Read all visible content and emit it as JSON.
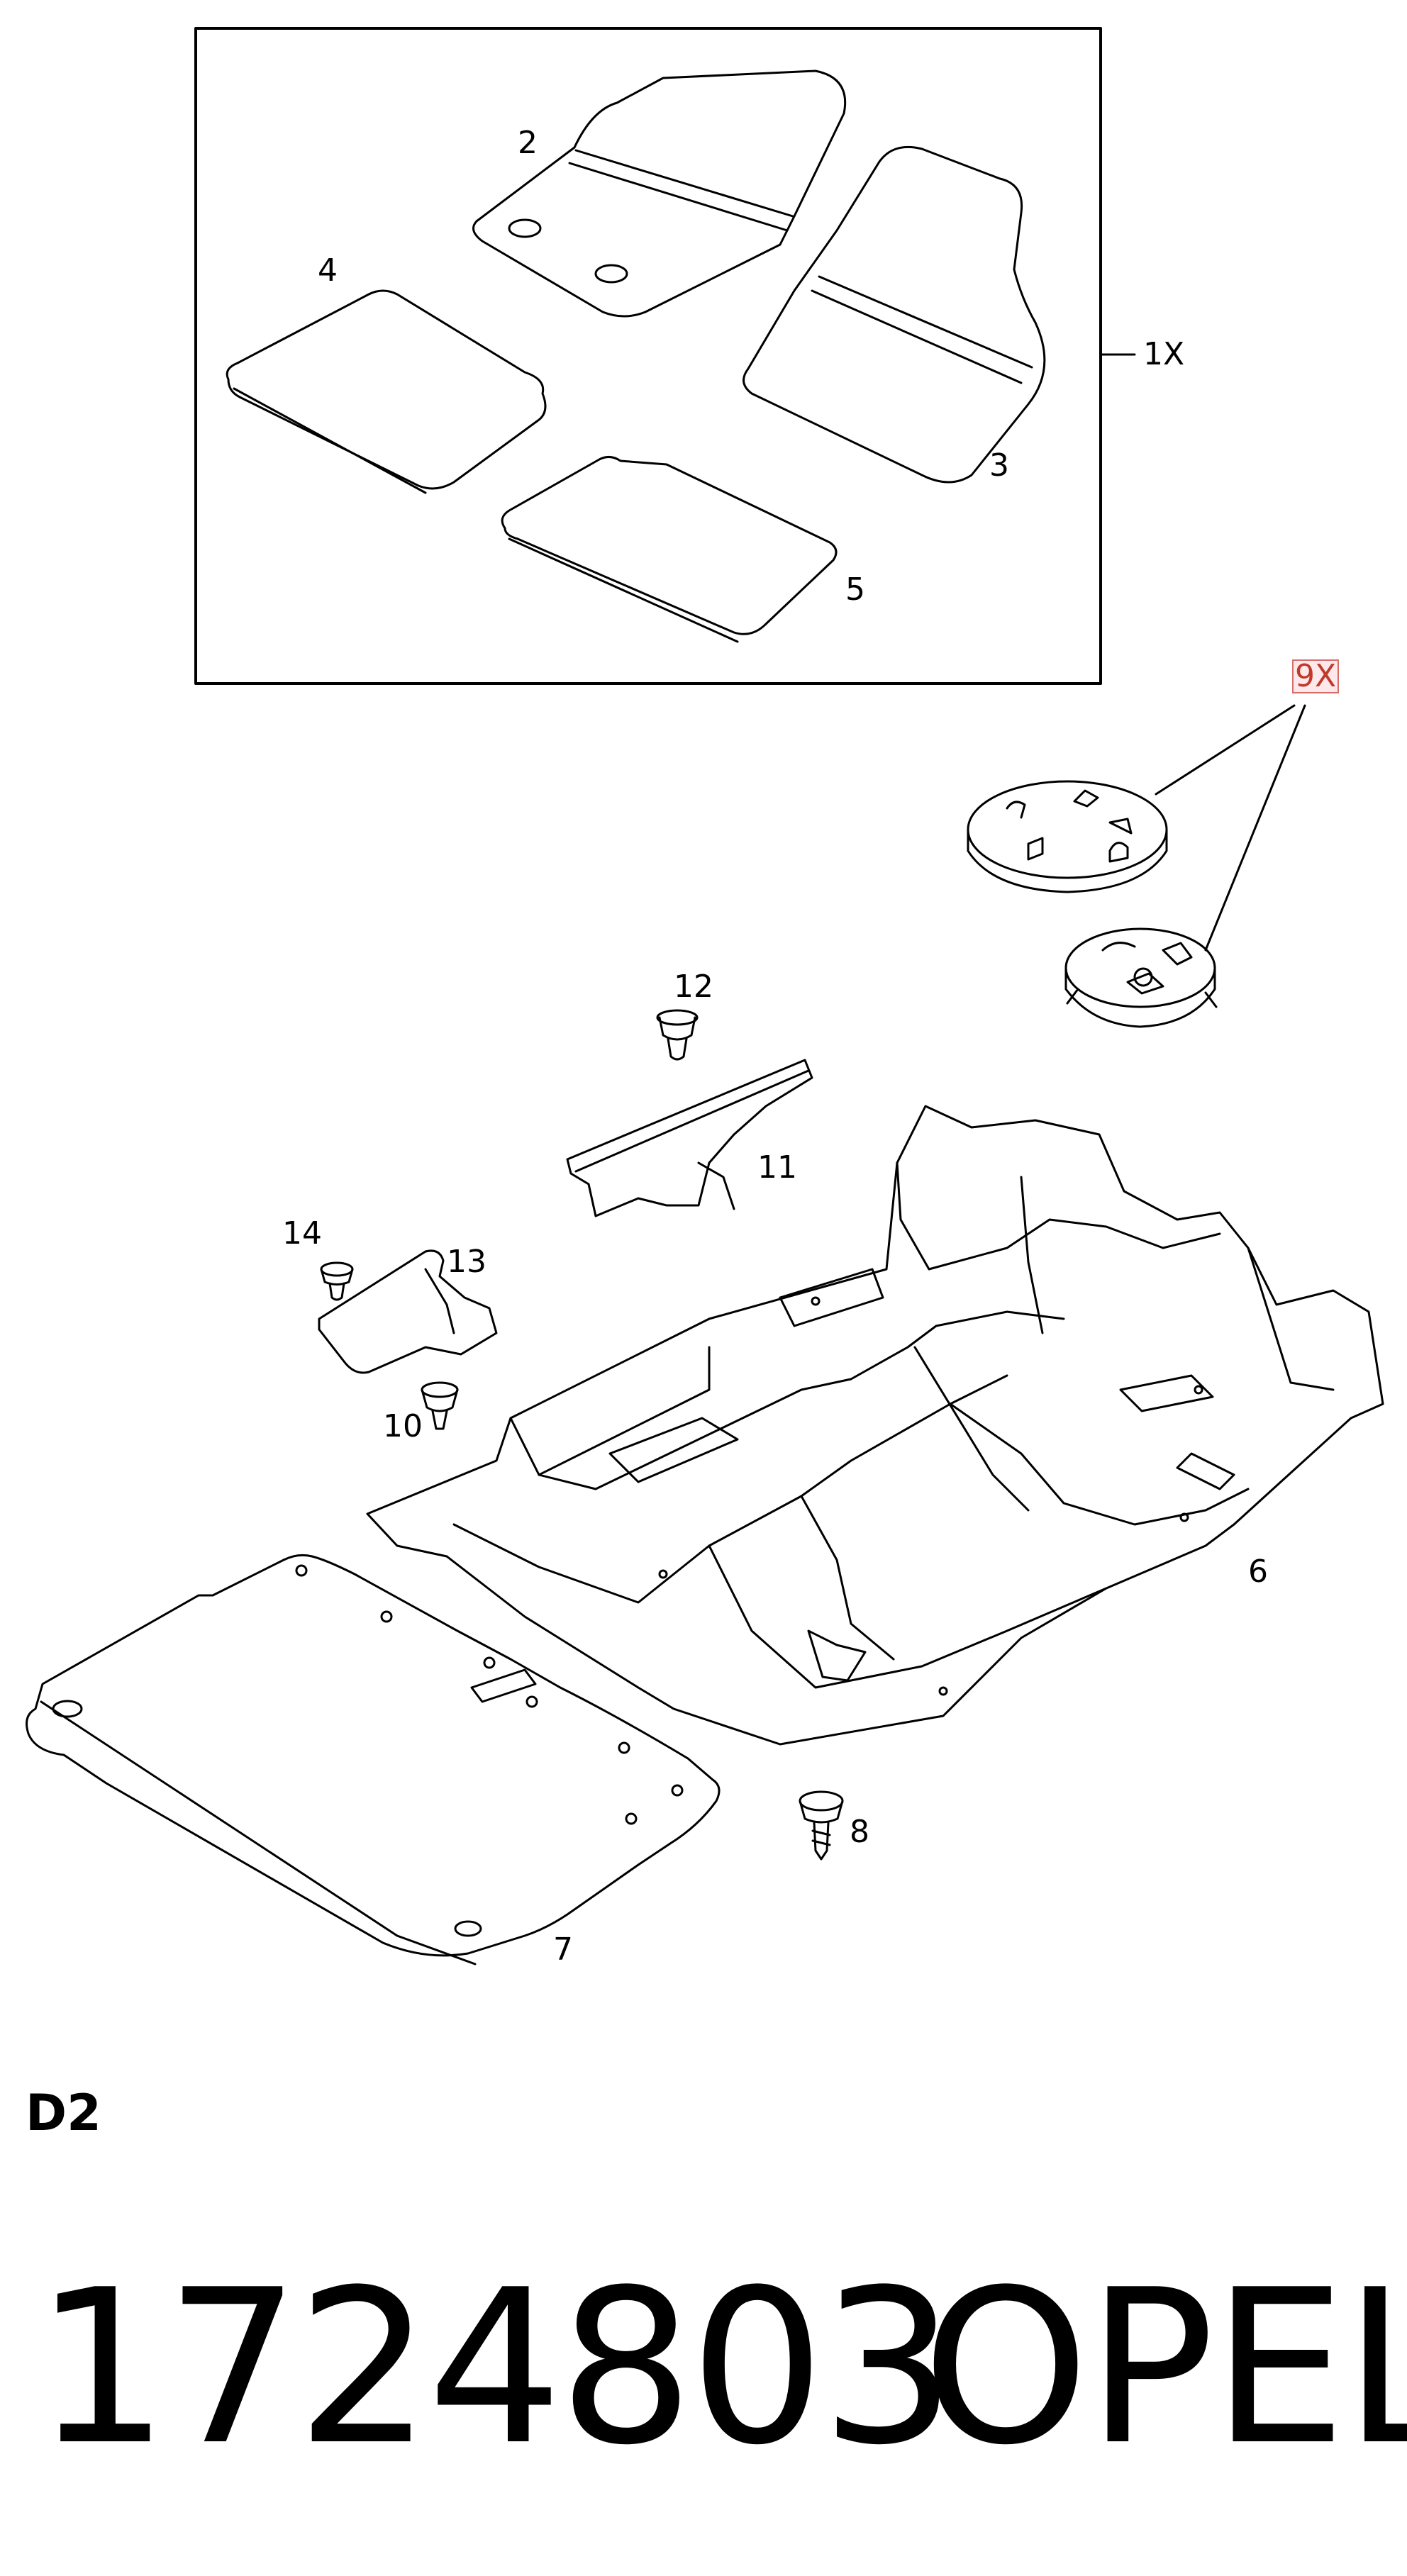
{
  "callouts": {
    "c2": "2",
    "c3": "3",
    "c4": "4",
    "c5": "5",
    "c1x": "1X",
    "c9x": "9X",
    "c12": "12",
    "c11": "11",
    "c14": "14",
    "c13": "13",
    "c10": "10",
    "c6": "6",
    "c8": "8",
    "c7": "7"
  },
  "section_code": "D2",
  "part_number": "1724803",
  "brand": "OPEL",
  "colors": {
    "line": "#000000",
    "highlight_border": "#d96b6b",
    "highlight_fill": "#fde9e9"
  }
}
